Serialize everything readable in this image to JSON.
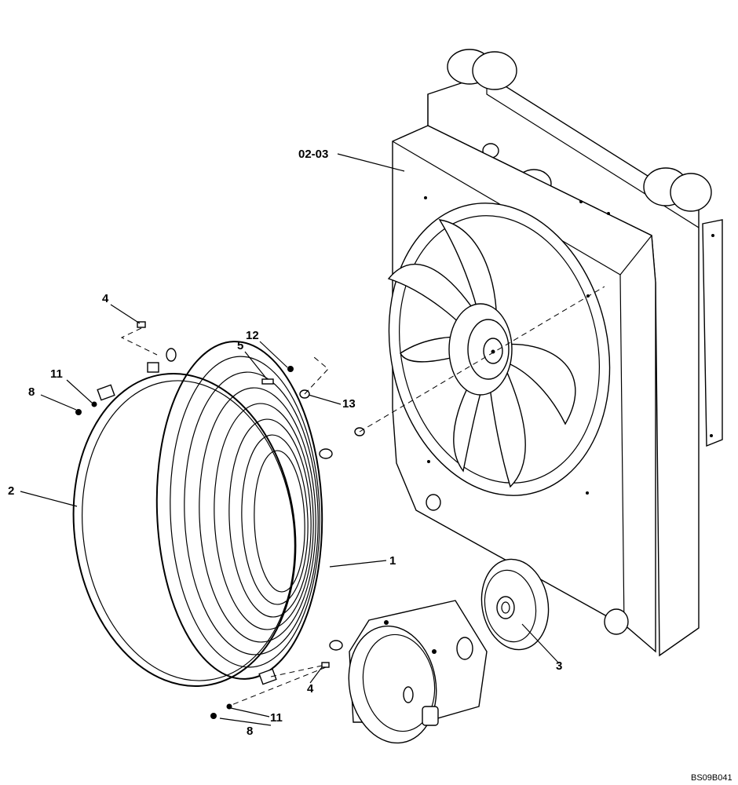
{
  "callouts": {
    "radiator_assembly": "02-03",
    "grille_ring": "1",
    "guard_ring": "2",
    "pulley": "3",
    "screw_top": "4",
    "screw_bottom": "4",
    "bolt": "5",
    "nut_top": "8",
    "nut_bottom": "8",
    "washer_top": "11",
    "washer_bottom": "11",
    "nut_12": "12",
    "washer_13": "13"
  },
  "figure_id": "BS09B041"
}
